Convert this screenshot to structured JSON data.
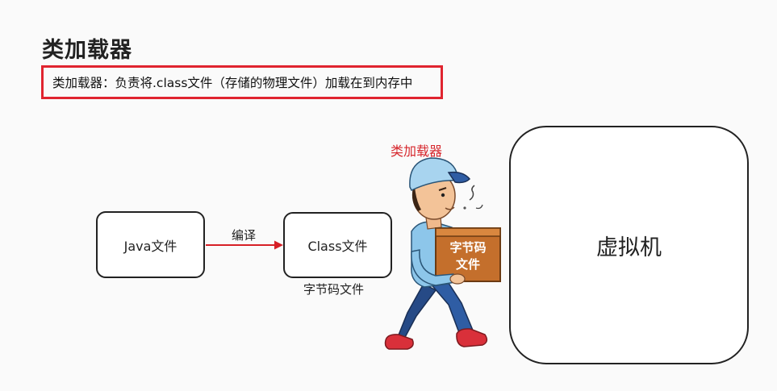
{
  "page": {
    "title": "类加载器",
    "definition": "类加载器：负责将.class文件（存储的物理文件）加载在到内存中"
  },
  "diagram": {
    "java_file": "Java文件",
    "compile_label": "编译",
    "class_file": "Class文件",
    "class_caption": "字节码文件",
    "loader_label": "类加载器",
    "box_line1": "字节码",
    "box_line2": "文件",
    "vm": "虚拟机"
  },
  "colors": {
    "highlight_red": "#e0242f",
    "arrow_red": "#d61f26",
    "loader_red": "#d6262c",
    "box_brown": "#c46f2c"
  },
  "icons": [
    "worker-carrying-box-illustration",
    "arrow-right-icon"
  ]
}
